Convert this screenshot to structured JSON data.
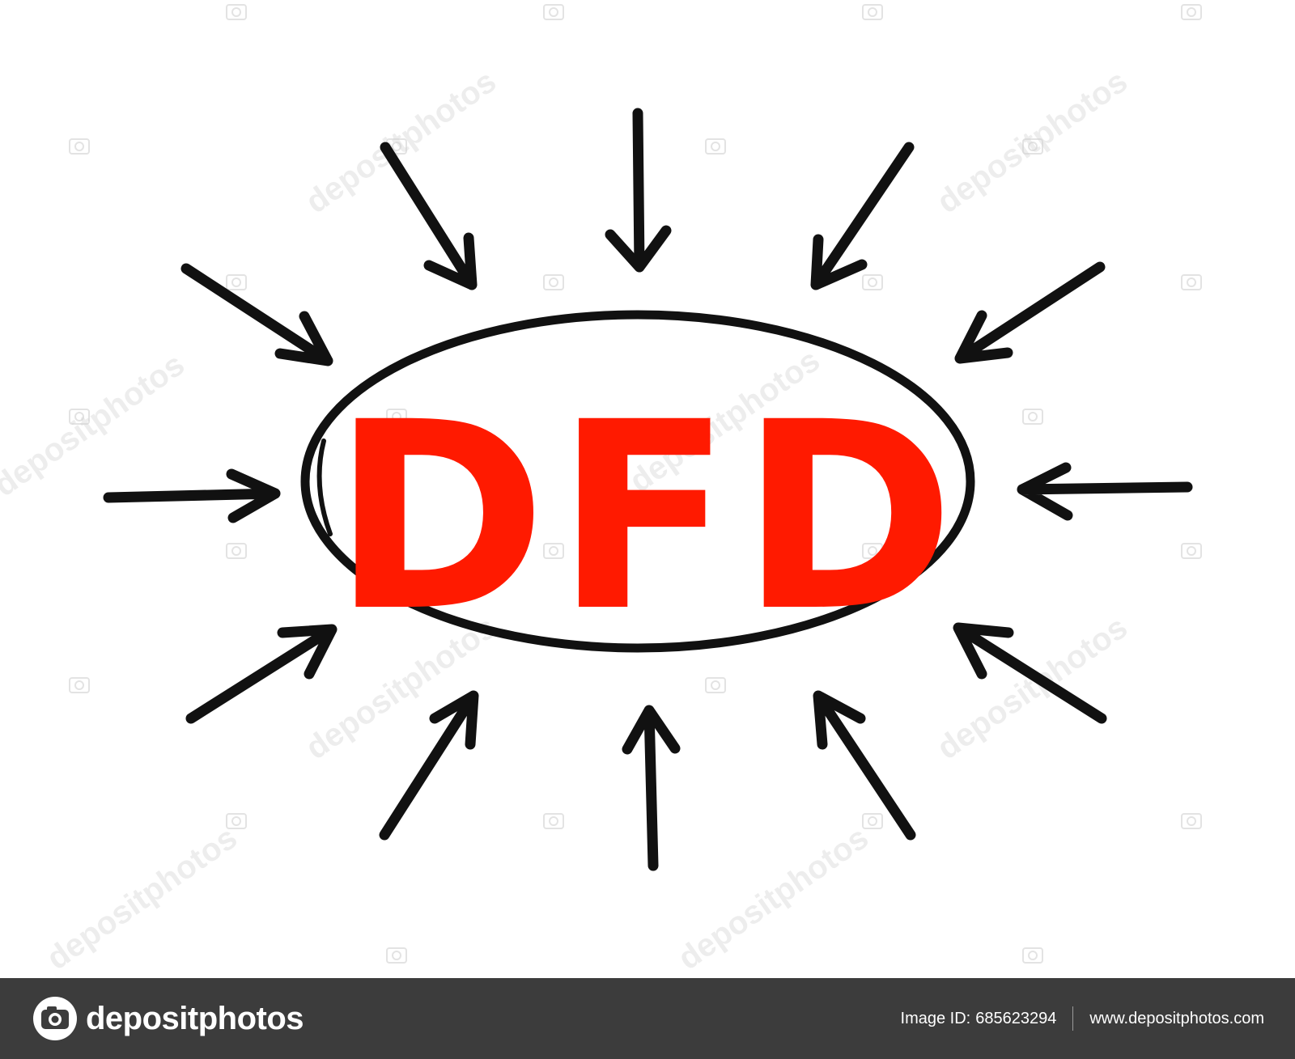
{
  "headline": "DFD",
  "watermark": "depositphotos",
  "footer": {
    "brand_name": "depositphotos",
    "image_id_label": "Image ID:",
    "image_id_value": "685623294",
    "website": "www.depositphotos.com"
  },
  "colors": {
    "headline": "#ff1a00",
    "arrows": "#111111",
    "footer_bg": "#3c3c3c"
  },
  "icons": [
    "arrow-icon",
    "camera-logo-icon"
  ]
}
